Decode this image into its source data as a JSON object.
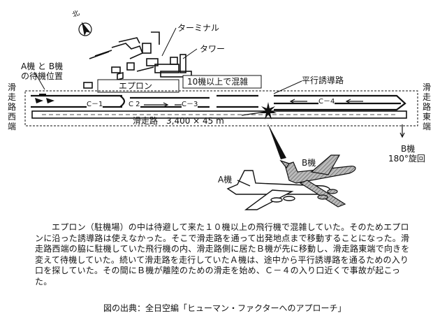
{
  "labels": {
    "north": "北",
    "terminal": "ターミナル",
    "tower": "タワー",
    "standby_ab": "A機 と B機",
    "standby_position": "の待機位置",
    "apron": "エプロン",
    "congestion": "10機以上で混雑",
    "parallel_taxiway": "平行誘導路",
    "runway_west": "滑走路西端",
    "runway_east": "滑走路東端",
    "taxiway_c1": "C－1",
    "taxiway_c2": "C 2",
    "taxiway_c3": "C－3",
    "taxiway_c4": "C－4",
    "runway": "滑走路　3,400 × 45 m",
    "plane_b_turn_1": "B機",
    "plane_b_turn_2": "180°旋回",
    "plane_a": "A機",
    "plane_b": "B機"
  },
  "description": "エプロン（駐機場）の中は待避して来た１０機以上の飛行機で混雑していた。そのためエプロンに沿った誘導路は使えなかった。そこで滑走路を通って出発地点まで移動することになった。滑走路西端の脇に駐機していた飛行機の内、滑走路側に居たＢ機が先に移動し、滑走路東端で向きを変えて待機していた。続いて滑走路を走行していたＡ機は、途中から平行誘導路を通るための入り口を探していた。その間にＢ機が離陸のための滑走を始め、Ｃ－４の入り口近くで事故が起こった。",
  "source": "図の出典：全日空編「ヒューマン・ファクターへのアプローチ」"
}
